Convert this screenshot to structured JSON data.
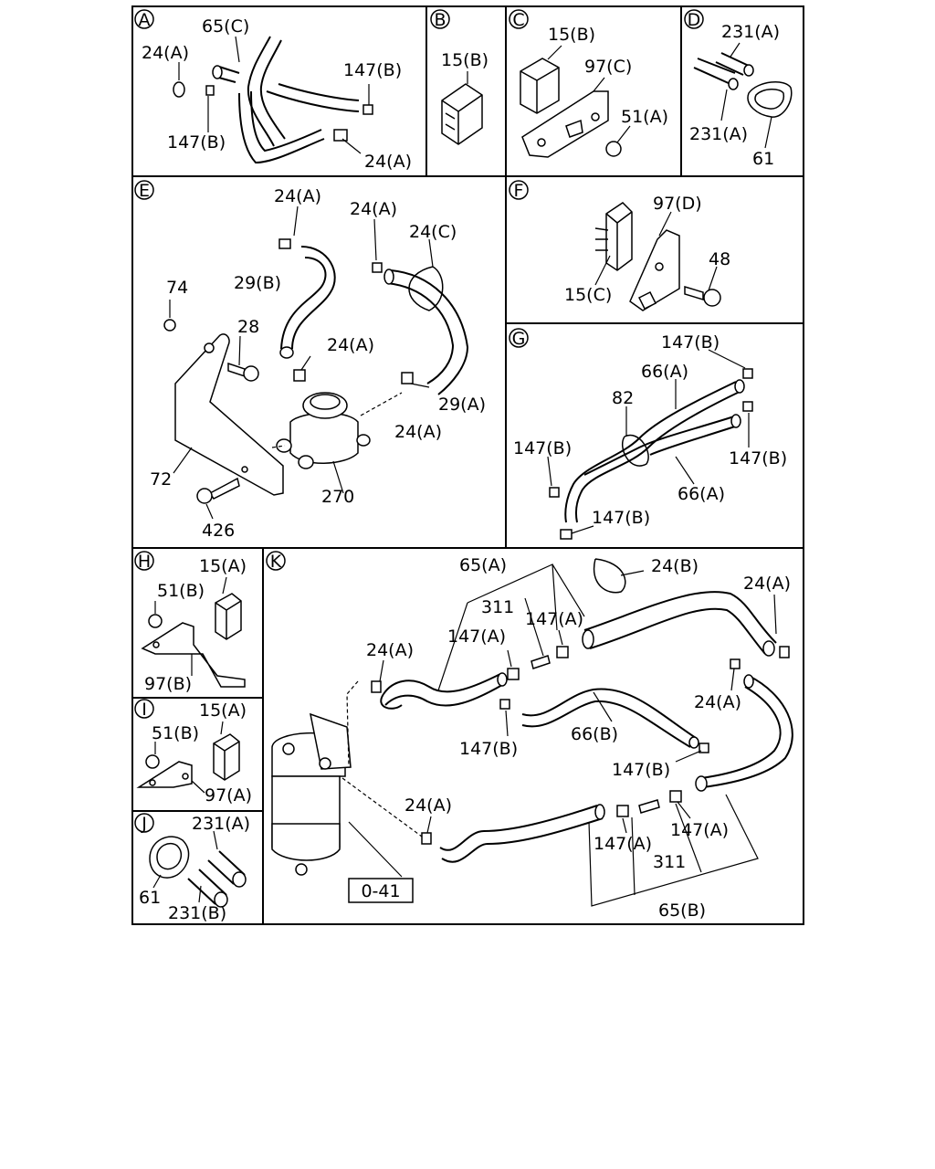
{
  "sections": {
    "A": {
      "letter": "A",
      "labels": [
        "65(C)",
        "24(A)",
        "147(B)",
        "147(B)",
        "24(A)"
      ]
    },
    "B": {
      "letter": "B",
      "labels": [
        "15(B)"
      ]
    },
    "C": {
      "letter": "C",
      "labels": [
        "15(B)",
        "97(C)",
        "51(A)"
      ]
    },
    "D": {
      "letter": "D",
      "labels": [
        "231(A)",
        "231(A)",
        "61"
      ]
    },
    "E": {
      "letter": "E",
      "labels": [
        "24(A)",
        "24(A)",
        "24(C)",
        "29(B)",
        "74",
        "28",
        "24(A)",
        "29(A)",
        "24(A)",
        "72",
        "270",
        "426"
      ]
    },
    "F": {
      "letter": "F",
      "labels": [
        "97(D)",
        "48",
        "15(C)"
      ]
    },
    "G": {
      "letter": "G",
      "labels": [
        "147(B)",
        "66(A)",
        "82",
        "147(B)",
        "147(B)",
        "66(A)",
        "147(B)"
      ]
    },
    "H": {
      "letter": "H",
      "labels": [
        "15(A)",
        "51(B)",
        "97(B)"
      ]
    },
    "I": {
      "letter": "I",
      "labels": [
        "15(A)",
        "51(B)",
        "97(A)"
      ]
    },
    "J": {
      "letter": "J",
      "labels": [
        "231(A)",
        "61",
        "231(B)"
      ]
    },
    "K": {
      "letter": "K",
      "labels": [
        "65(A)",
        "24(B)",
        "311",
        "24(A)",
        "147(A)",
        "147(A)",
        "24(A)",
        "24(A)",
        "147(B)",
        "66(B)",
        "147(B)",
        "24(A)",
        "147(A)",
        "147(A)",
        "311",
        "65(B)",
        "0-41"
      ]
    }
  }
}
